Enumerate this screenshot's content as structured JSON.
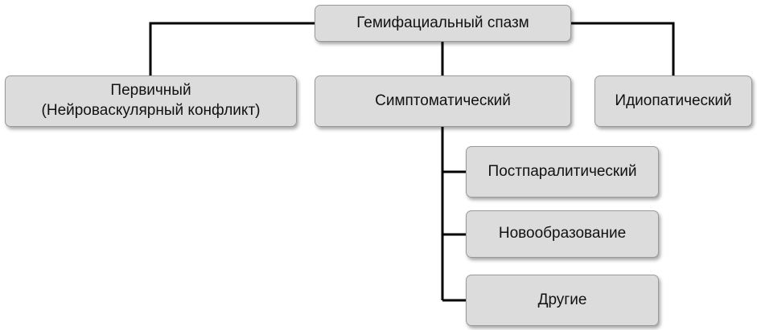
{
  "diagram": {
    "root": {
      "label": "Гемифациальный спазм"
    },
    "categories": [
      {
        "label": "Первичный\n(Нейроваскулярный конфликт)"
      },
      {
        "label": "Симптоматический"
      },
      {
        "label": "Идиопатический"
      }
    ],
    "symptomatic_subtypes": [
      {
        "label": "Постпаралитический"
      },
      {
        "label": "Новообразование"
      },
      {
        "label": "Другие"
      }
    ]
  },
  "colors": {
    "box_fill": "#dcdcdc",
    "box_border": "#9a9a9a",
    "connector": "#000000"
  }
}
